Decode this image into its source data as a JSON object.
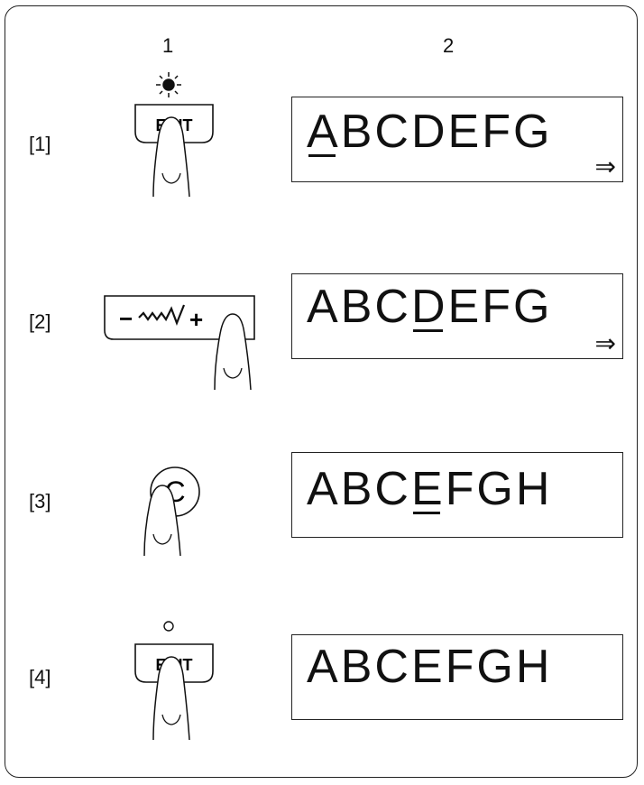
{
  "columns": {
    "col1": "1",
    "col2": "2"
  },
  "steps": [
    {
      "label": "[1]",
      "control": {
        "type": "edit-button",
        "text": "EDIT",
        "indicator": "lit"
      },
      "display": {
        "chars": [
          "A",
          "B",
          "C",
          "D",
          "E",
          "F",
          "G"
        ],
        "cursor_index": 0,
        "more_arrow": "⇒"
      }
    },
    {
      "label": "[2]",
      "control": {
        "type": "width-adjust-button",
        "minus": "−",
        "plus": "+"
      },
      "display": {
        "chars": [
          "A",
          "B",
          "C",
          "D",
          "E",
          "F",
          "G"
        ],
        "cursor_index": 3,
        "more_arrow": "⇒"
      }
    },
    {
      "label": "[3]",
      "control": {
        "type": "clear-button",
        "text": "C"
      },
      "display": {
        "chars": [
          "A",
          "B",
          "C",
          "E",
          "F",
          "G",
          "H"
        ],
        "cursor_index": 3,
        "more_arrow": ""
      }
    },
    {
      "label": "[4]",
      "control": {
        "type": "edit-button",
        "text": "EDIT",
        "indicator": "off"
      },
      "display": {
        "chars": [
          "A",
          "B",
          "C",
          "E",
          "F",
          "G",
          "H"
        ],
        "cursor_index": -1,
        "more_arrow": ""
      }
    }
  ]
}
